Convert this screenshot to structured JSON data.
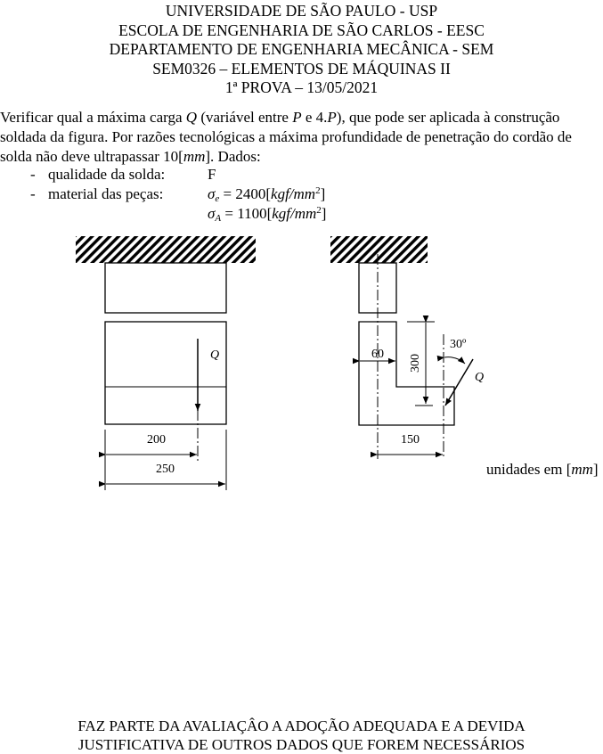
{
  "header": {
    "line1": "UNIVERSIDADE DE SÃO PAULO - USP",
    "line2": "ESCOLA DE ENGENHARIA DE SÃO CARLOS - EESC",
    "line3": "DEPARTAMENTO DE ENGENHARIA MECÂNICA - SEM",
    "line4": "SEM0326 – ELEMENTOS DE MÁQUINAS II",
    "line5": "1ª PROVA – 13/05/2021"
  },
  "problem": {
    "line1_a": "Verificar qual a máxima carga ",
    "line1_q": "Q",
    "line1_b": " (variável entre ",
    "line1_p1": "P",
    "line1_c": " e 4.",
    "line1_p2": "P",
    "line1_d": "), que pode ser aplicada à construção",
    "line2": "soldada da figura. Por razões tecnológicas a máxima profundidade de penetração do cordão de",
    "line3_a": "solda não deve ultrapassar 10[",
    "line3_unit": "mm",
    "line3_b": "]. Dados:"
  },
  "data_items": {
    "dash": "-",
    "item1_label": "qualidade da solda:",
    "item1_value": "F",
    "item2_label": "material das peças:",
    "sigma": "σ",
    "sigma_e_sub": "e",
    "sigma_e_value": " = 2400[",
    "sigma_a_sub": "A",
    "sigma_a_value": " = 1100[",
    "unit_main": "kgf/mm",
    "unit_sup": "2",
    "close_bracket": "]"
  },
  "figure": {
    "load_label": "Q",
    "dim_200": "200",
    "dim_250": "250",
    "dim_60": "60",
    "dim_300": "300",
    "dim_150": "150",
    "angle": "30º"
  },
  "units_note": {
    "prefix": "unidades em [",
    "unit": "mm",
    "suffix": "]"
  },
  "footer": {
    "line1": "FAZ PARTE DA AVALIAÇÂO A ADOÇÃO ADEQUADA E A DEVIDA",
    "line2": "JUSTIFICATIVA DE OUTROS DADOS QUE FOREM NECESSÁRIOS"
  }
}
